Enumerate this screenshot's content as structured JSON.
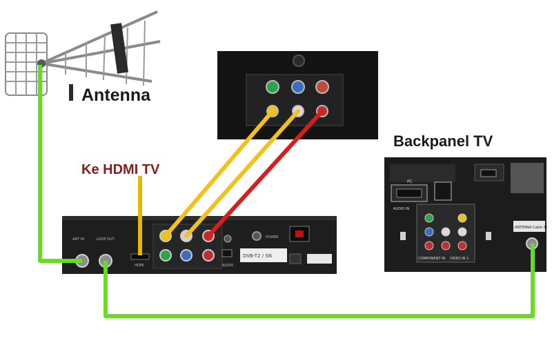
{
  "labels": {
    "antenna": "Antenna",
    "backpanel_tv": "Backpanel TV",
    "ke_hdmi_tv": "Ke HDMI TV"
  },
  "stb_panel": {
    "ant_in": "ANT IN",
    "loop_out": "LOOP OUT",
    "hdmi": "HDMI",
    "audio": "AUDIO",
    "power": "POWER",
    "sticker": "DVB-T2 / SN"
  },
  "tv_panel": {
    "pc": "PC",
    "audio_in": "AUDIO IN",
    "component_in": "COMPONENT IN",
    "video_in": "VIDEO IN 1",
    "antenna_cable_in": "ANTENNA Cable IN"
  },
  "colors": {
    "antenna_cable": "#66dd22",
    "yellow_cable": "#f2c21a",
    "red_cable": "#d81d1d",
    "hdmi_cable": "#e8b800",
    "panel_dark": "#1b1b1b",
    "label_red": "#8b1a1a"
  }
}
